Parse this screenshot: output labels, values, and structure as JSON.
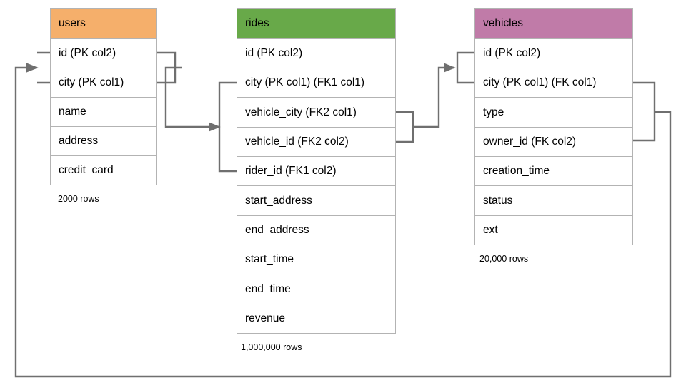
{
  "diagram": {
    "title": "database-schema-er-diagram",
    "background_color": "#ffffff",
    "connector_color": "#6f6f6f",
    "border_color": "#b3b3b3"
  },
  "tables": [
    {
      "name": "users",
      "header_color": "#f5af6b",
      "row_count_label": "2000 rows",
      "columns": [
        {
          "label": "id (PK col2)"
        },
        {
          "label": "city (PK col1)"
        },
        {
          "label": "name"
        },
        {
          "label": "address"
        },
        {
          "label": "credit_card"
        }
      ]
    },
    {
      "name": "rides",
      "header_color": "#68a949",
      "row_count_label": "1,000,000 rows",
      "columns": [
        {
          "label": "id (PK col2)"
        },
        {
          "label": "city (PK col1) (FK1 col1)"
        },
        {
          "label": "vehicle_city (FK2 col1)"
        },
        {
          "label": "vehicle_id (FK2 col2)"
        },
        {
          "label": "rider_id (FK1 col2)"
        },
        {
          "label": "start_address"
        },
        {
          "label": "end_address"
        },
        {
          "label": "start_time"
        },
        {
          "label": "end_time"
        },
        {
          "label": "revenue"
        }
      ]
    },
    {
      "name": "vehicles",
      "header_color": "#c07ba8",
      "row_count_label": "20,000 rows",
      "columns": [
        {
          "label": "id (PK col2)"
        },
        {
          "label": "city (PK col1) (FK col1)"
        },
        {
          "label": "type"
        },
        {
          "label": "owner_id (FK col2)"
        },
        {
          "label": "creation_time"
        },
        {
          "label": "status"
        },
        {
          "label": "ext"
        }
      ]
    }
  ],
  "relationships": [
    {
      "name": "rides-rider-to-users",
      "from_table": "rides",
      "from_columns": [
        "city (PK col1) (FK1 col1)",
        "rider_id (FK1 col2)"
      ],
      "to_table": "users",
      "to_columns": [
        "id (PK col2)",
        "city (PK col1)"
      ],
      "arrow": "left"
    },
    {
      "name": "rides-vehicle-to-vehicles",
      "from_table": "rides",
      "from_columns": [
        "vehicle_city (FK2 col1)",
        "vehicle_id (FK2 col2)"
      ],
      "to_table": "vehicles",
      "to_columns": [
        "id (PK col2)",
        "city (PK col1) (FK col1)"
      ],
      "arrow": "right"
    },
    {
      "name": "vehicles-owner-to-users",
      "from_table": "vehicles",
      "from_columns": [
        "city (PK col1) (FK col1)",
        "owner_id (FK col2)"
      ],
      "to_table": "users",
      "to_columns": [
        "id (PK col2)",
        "city (PK col1)"
      ],
      "arrow": "right"
    }
  ]
}
